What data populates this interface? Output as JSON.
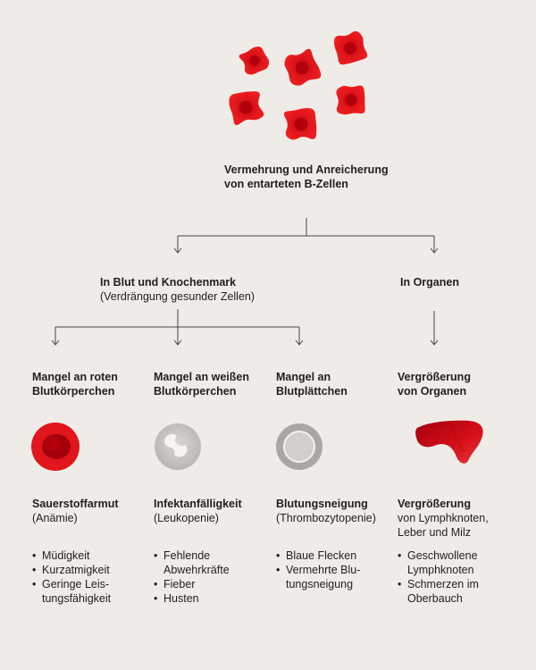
{
  "top": {
    "line1": "Vermehrung und Anreicherung",
    "line2": "von entarteten B-Zellen"
  },
  "branch_blood": {
    "title": "In Blut und Knochenmark",
    "subtitle": "(Verdrängung gesunder Zellen)"
  },
  "branch_organs": {
    "title": "In Organen"
  },
  "columns": [
    {
      "heading": [
        "Mangel an roten",
        "Blutkörperchen"
      ],
      "result": "Sauerstoffarmut",
      "result_sub": [
        "(Anämie)"
      ],
      "bullets": [
        [
          "Müdigkeit"
        ],
        [
          "Kurzatmigkeit"
        ],
        [
          "Geringe Leis-",
          "tungsfähigkeit"
        ]
      ]
    },
    {
      "heading": [
        "Mangel an weißen",
        "Blutkörperchen"
      ],
      "result": "Infektanfälligkeit",
      "result_sub": [
        "(Leukopenie)"
      ],
      "bullets": [
        [
          "Fehlende",
          "Abwehrkräfte"
        ],
        [
          "Fieber"
        ],
        [
          "Husten"
        ]
      ]
    },
    {
      "heading": [
        "Mangel an",
        "Blutplättchen"
      ],
      "result": "Blutungsneigung",
      "result_sub": [
        "(Thrombozytopenie)"
      ],
      "bullets": [
        [
          "Blaue Flecken"
        ],
        [
          "Vermehrte Blu-",
          "tungsneigung"
        ]
      ]
    },
    {
      "heading": [
        "Vergrößerung",
        "von Organen"
      ],
      "result": "Vergrößerung",
      "result_sub": [
        "von Lymphknoten,",
        "Leber und Milz"
      ],
      "bullets": [
        [
          "Geschwollene",
          "Lymphknoten"
        ],
        [
          "Schmerzen im",
          "Oberbauch"
        ]
      ]
    }
  ],
  "colors": {
    "background": "#efece8",
    "red": "#e0161c",
    "dark_red": "#b0000b",
    "grey": "#a9a5a0",
    "line": "#444444"
  }
}
